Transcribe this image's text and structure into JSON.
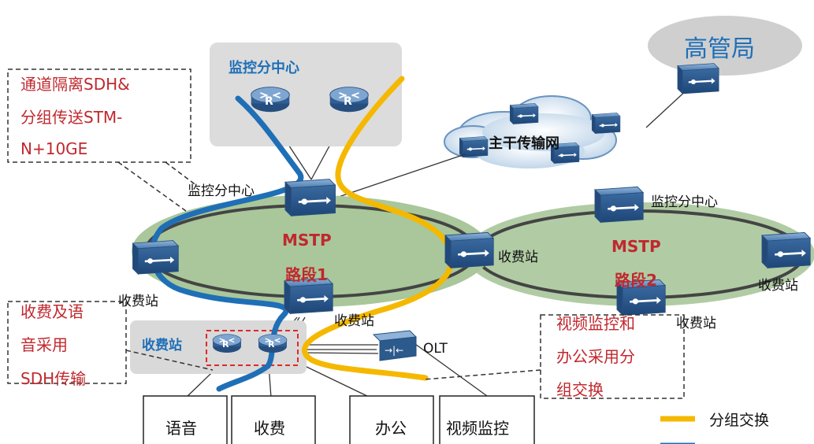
{
  "nodes": {
    "hq": "高管局",
    "backbone": "主干传输网",
    "sub_center_box": "监控分中心",
    "sub_center_label": "监控分中心",
    "sub_center_right": "监控分中心",
    "ring1_name": "MSTP",
    "ring1_sub": "路段1",
    "ring2_name": "MSTP",
    "ring2_sub": "路段2",
    "toll_left": "收费站",
    "toll_mid": "收费站",
    "toll_bottom": "收费站",
    "toll_right1": "收费站",
    "toll_right2": "收费站",
    "toll_box": "收费站",
    "olt": "OLT",
    "router_glyph": "R"
  },
  "notes": {
    "top_left": [
      "通道隔离SDH&",
      "分组传送STM-",
      "N+10GE"
    ],
    "left": [
      "收费及语",
      "音采用",
      "SDH传输"
    ],
    "right": [
      "视频监控和",
      "办公采用分",
      "组交换"
    ]
  },
  "services": [
    "语音",
    "收费",
    "办公",
    "视频监控"
  ],
  "legend": [
    {
      "label": "分组交换",
      "color": "#f5b800"
    },
    {
      "label": "",
      "color": "#1f6fb7"
    }
  ],
  "colors": {
    "packet": "#f5b800",
    "sdh": "#1f6fb7",
    "ring_fill": "#a9c79a",
    "device": "#2d5a8c",
    "note_text": "#c0282e"
  }
}
